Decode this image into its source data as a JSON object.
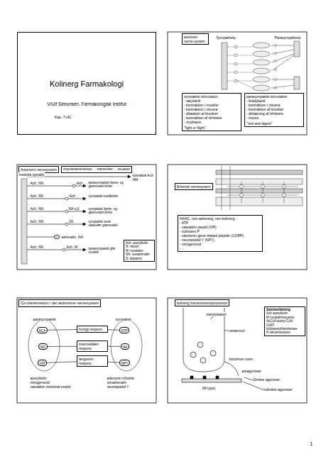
{
  "diagram": {
    "nodes": [
      {
        "text": [
          "Kolinerg Farmakologi",
          "V/Ulf Simonsen, Farmakologisk Institut",
          "Kap. 7+41"
        ]
      },
      {
        "text": [
          "autonom nerve-system"
        ]
      },
      {
        "text": [
          "sympatisk stimulation:",
          "- takykardi",
          "- kontraktion i muskler",
          "- kontraktion i viscera",
          "- dilatation af bronkier",
          "- kontraktion af sfinktere",
          "- mydriasis",
          "\"fight or flight\""
        ]
      },
      {
        "text": [
          "parasympatisk stimulation",
          "- bradykardi",
          "- kontraktion i viscera",
          "- kontraktion af bronkier",
          "- afslapning af sfinktere",
          "- miosis",
          "\"rest and digest\""
        ]
      },
      {
        "text": [
          "Autonomt nervesystem"
        ]
      },
      {
        "text": [
          "impulstransmission ... transmitter ... receptor"
        ]
      },
      {
        "text": [
          "Ach: acetylkolin",
          "N: nikotin",
          "M: muskarin",
          "NA: noradrenalin",
          "D: dopamin"
        ]
      },
      {
        "text": [
          "Enterisk nervesystem"
        ]
      },
      {
        "text": [
          "NANC: non-adrenerg, non-kolinerg:",
          "- ATP",
          "- vasoaktiv peptid (VIP)",
          "- substans P",
          "- calcitonin gene related peptide (CGRP)",
          "- neuropeptid Y (NPY)",
          "- nitrogenoxid",
          "- ..."
        ]
      },
      {
        "text": [
          "Co-transmission i det autonome nervesystem"
        ]
      },
      {
        "text": [
          "hurtigt respons"
        ]
      },
      {
        "text": [
          "intermediært respons"
        ]
      },
      {
        "text": [
          "langsomt respons"
        ]
      },
      {
        "text": [
          "ACh"
        ]
      },
      {
        "text": [
          "NO"
        ]
      },
      {
        "text": [
          "VIP"
        ]
      },
      {
        "text": [
          "ATP"
        ]
      },
      {
        "text": [
          "NA"
        ]
      },
      {
        "text": [
          "NPY"
        ]
      },
      {
        "text": [
          "kolinerg transmissionsprocessor"
        ]
      },
      {
        "text": [
          "Sammenfatning",
          "Ach acetylkolin",
          "M muskarinreceptor",
          "AcCoA acetyl-CoA",
          "ChAT kolinacetyltransferase",
          "N nikotinreceptor"
        ]
      }
    ],
    "edges": [
      {
        "from": 13,
        "to": 10,
        "arrow": "none"
      },
      {
        "from": 14,
        "to": 11,
        "arrow": "none"
      },
      {
        "from": 15,
        "to": 12,
        "arrow": "none"
      },
      {
        "from": 16,
        "to": 10,
        "arrow": "none"
      },
      {
        "from": 17,
        "to": 11,
        "arrow": "none"
      },
      {
        "from": 18,
        "to": 12,
        "arrow": "none"
      }
    ],
    "labels": [
      "Sympathetic",
      "Parasympathetic",
      "medulla spinalis",
      "Ach, NN",
      "Ach",
      "parasympatisk hjerte- og glatmuskel kirtler",
      "Ach, NN",
      "Ach",
      "sympatisk svedkirtler",
      "somatisk Ach NM",
      "Ach, NN",
      "NA α,β",
      "sympatisk hjerte- og glatmuskel kirtler",
      "Ach, NN",
      "D1",
      "sympatisk renal vaskulær glatmuskel",
      "adrenalin, NA",
      "Ach, NN",
      "Ach, M",
      "parasympatisk glat muskel",
      "parasympatisk",
      "sympatisk",
      "acetylkolin",
      "nitrogenoxid",
      "vasoaktiv intestinal peptid",
      "adenosin trifosfat",
      "noradrenalin",
      "neuropeptid Y",
      "translokation",
      "vesamicol",
      "botulinum toxin",
      "antagonister",
      "Direkte agonister",
      "Indirekte agonister",
      "(M-type)",
      "1"
    ]
  }
}
